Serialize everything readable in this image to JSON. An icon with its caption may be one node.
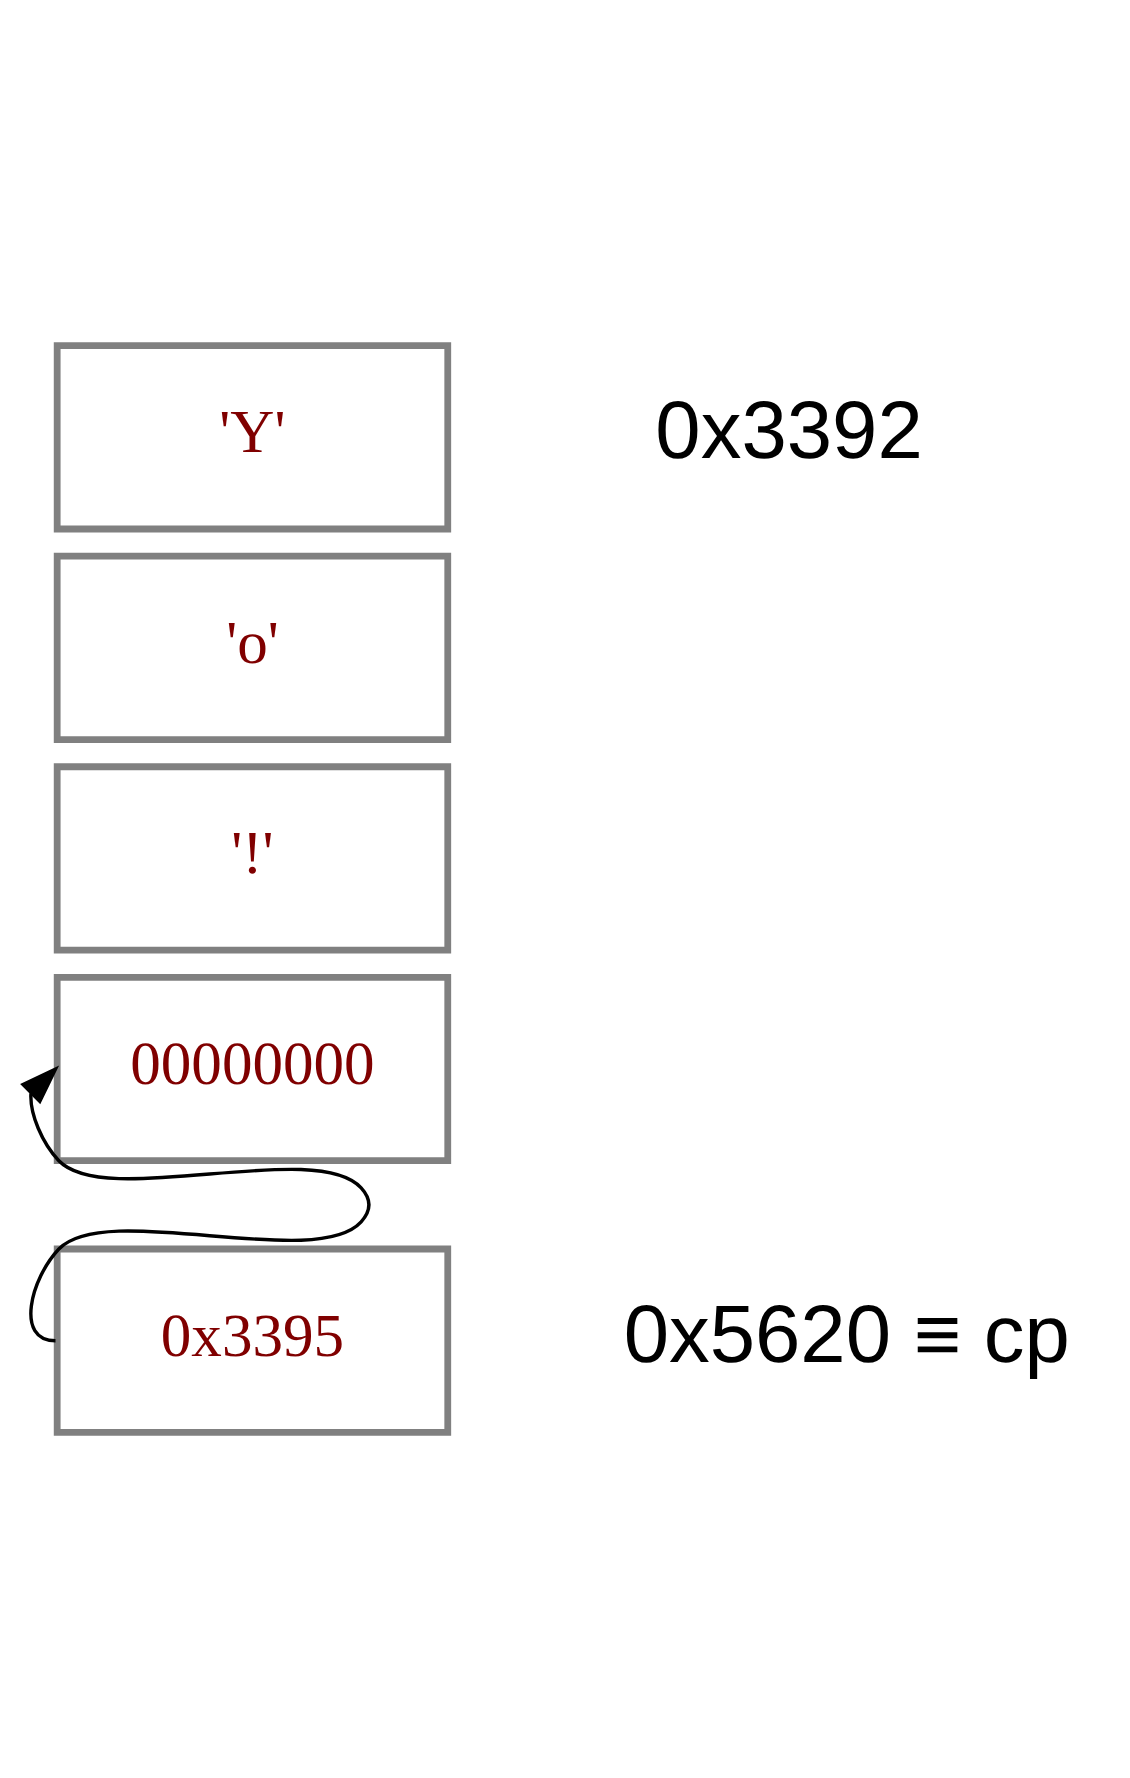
{
  "diagram": {
    "nodes": [
      {
        "text": [
          "'Y'"
        ],
        "beside": [
          "0x3392"
        ]
      },
      {
        "text": [
          "'o'"
        ]
      },
      {
        "text": [
          "'!'"
        ]
      },
      {
        "text": [
          "00000000"
        ]
      },
      {
        "text": [
          "0x3395"
        ],
        "beside": [
          "0x5620 ≡ cp"
        ]
      }
    ],
    "edges": [
      {
        "from": 4,
        "to": 3,
        "arrow": "to"
      }
    ]
  }
}
